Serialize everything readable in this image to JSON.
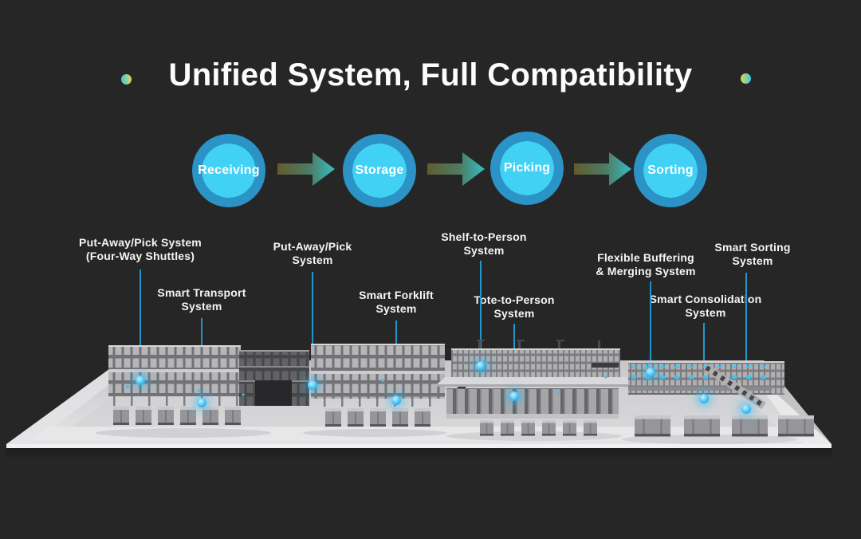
{
  "header": {
    "title": "Unified System, Full Compatibility"
  },
  "flow": {
    "nodes": [
      {
        "label": "Receiving"
      },
      {
        "label": "Storage"
      },
      {
        "label": "Picking"
      },
      {
        "label": "Sorting"
      }
    ]
  },
  "annotations": [
    {
      "label": "Put-Away/Pick System\n(Four-Way Shuttles)"
    },
    {
      "label": "Smart Transport\nSystem"
    },
    {
      "label": "Put-Away/Pick\nSystem"
    },
    {
      "label": "Smart Forklift\nSystem"
    },
    {
      "label": "Shelf-to-Person\nSystem"
    },
    {
      "label": "Tote-to-Person\nSystem"
    },
    {
      "label": "Flexible Buffering\n& Merging System"
    },
    {
      "label": "Smart Consolidation\nSystem"
    },
    {
      "label": "Smart Sorting\nSystem"
    }
  ],
  "colors": {
    "background": "#262626",
    "title_text": "#fcfcfc",
    "accent_cyan": "#3ac9ee",
    "accent_yellow": "#ddd94b",
    "node_inner": "#41d1f4",
    "node_mid": "#2b93c5",
    "node_outer": "#32525f",
    "arrow_start": "#615c2d",
    "arrow_end": "#35bdc2",
    "pointer_line": "#2196cd",
    "pointer_dot": "#35bdf2"
  }
}
